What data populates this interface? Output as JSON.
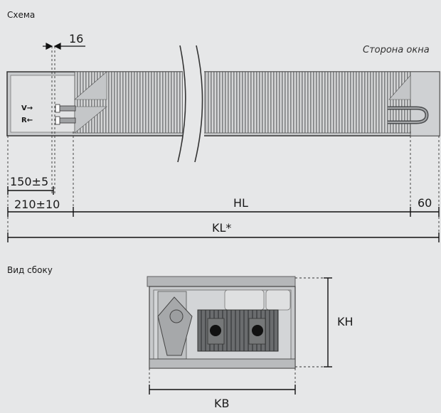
{
  "top_view": {
    "section_title": "Схема",
    "window_side": "Сторона окна",
    "flow_in": "V→",
    "flow_out": "R←",
    "dim_offset": "16",
    "dim_inlet": "150±5",
    "dim_lead_in": "210±10",
    "dim_heater": "HL",
    "dim_end": "60",
    "dim_total": "KL*"
  },
  "side_view": {
    "section_title": "Вид сбоку",
    "dim_height": "KH",
    "dim_width": "KB"
  },
  "colors": {
    "background": "#e6e7e8",
    "line": "#1a1a1a",
    "housing": "#b9bbbd",
    "fins": "#8c8e90",
    "heater_dark": "#555555"
  }
}
